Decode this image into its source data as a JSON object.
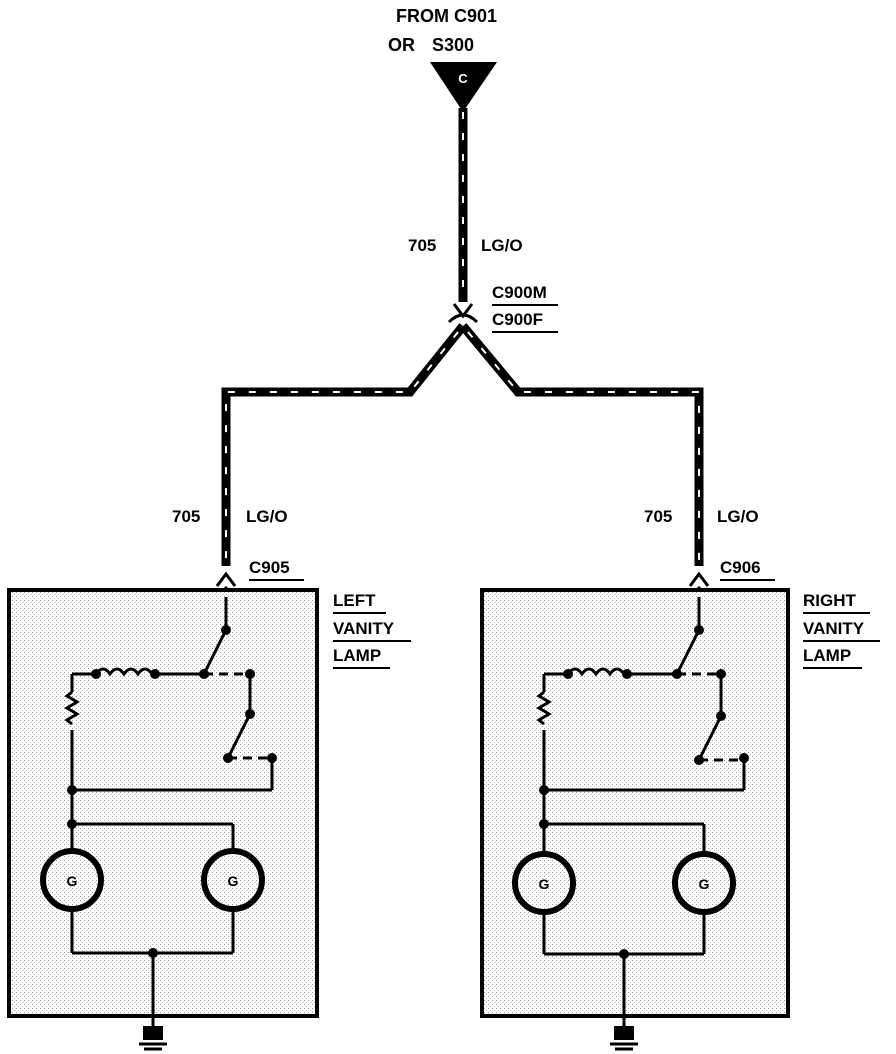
{
  "source": {
    "line1": "FROM C901",
    "line2_prefix": "OR",
    "line2_splice": "S300",
    "terminal_letter": "C"
  },
  "main_wire": {
    "circuit": "705",
    "color": "LG/O"
  },
  "inline_connector": {
    "male": "C900M",
    "female": "C900F"
  },
  "left_lamp": {
    "circuit": "705",
    "color": "LG/O",
    "connector": "C905",
    "title": [
      "LEFT",
      "VANITY",
      "LAMP"
    ]
  },
  "right_lamp": {
    "circuit": "705",
    "color": "LG/O",
    "connector": "C906",
    "title": [
      "RIGHT",
      "VANITY",
      "LAMP"
    ]
  },
  "bulb_letter": "G"
}
